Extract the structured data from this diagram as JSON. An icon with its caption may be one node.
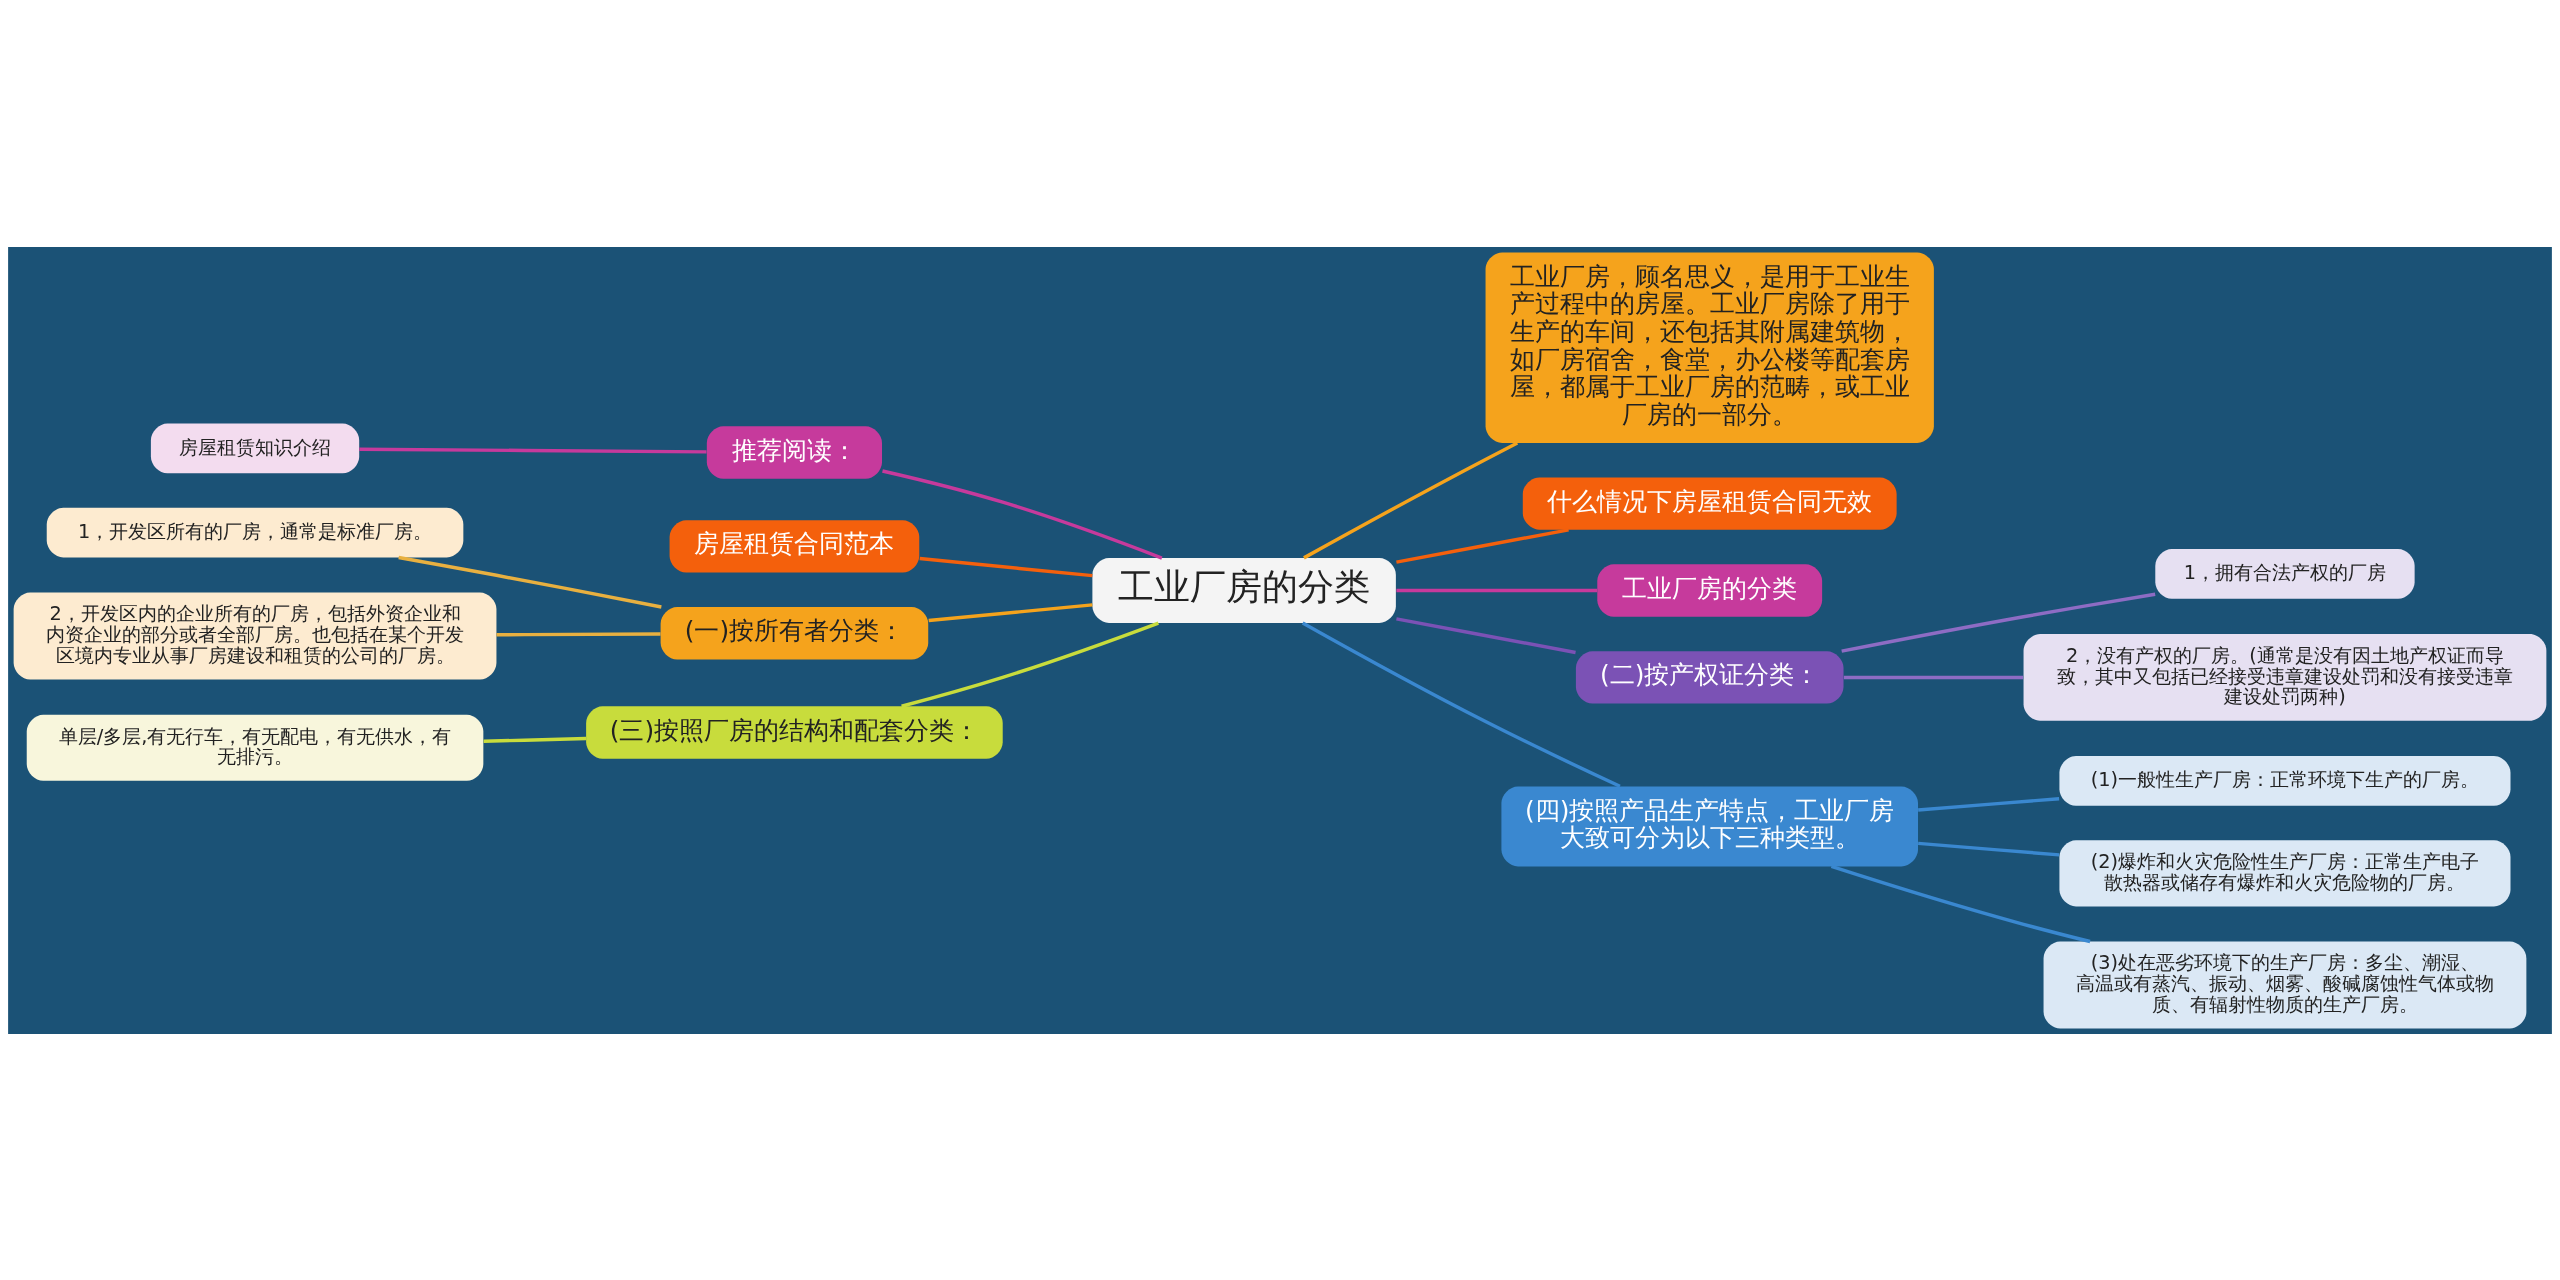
{
  "diagram": {
    "nodes": [
      {
        "text": [
          "工业厂房的分类"
        ]
      },
      {
        "text": [
          "工业厂房，顾名思义，是用于工业生产过程中的房屋。工业厂房除了用于生产的车间，还包括其附属建筑物，如厂房宿舍，食堂，办公楼等配套房屋，都属于工业厂房的范畴，或工业厂房的一部分。"
        ]
      },
      {
        "text": [
          "什么情况下房屋租赁合同无效"
        ]
      },
      {
        "text": [
          "工业厂房的分类"
        ]
      },
      {
        "text": [
          "(二)按产权证分类："
        ]
      },
      {
        "text": [
          "1，拥有合法产权的厂房"
        ]
      },
      {
        "text": [
          "2，没有产权的厂房。(通常是没有因土地产权证而导致，其中又包括已经接受违章建设处罚和没有接受违章建设处罚两种)"
        ]
      },
      {
        "text": [
          "(四)按照产品生产特点，工业厂房大致可分为以下三种类型。"
        ]
      },
      {
        "text": [
          "(1)一般性生产厂房：正常环境下生产的厂房。"
        ]
      },
      {
        "text": [
          "(2)爆炸和火灾危险性生产厂房：正常生产电子散热器或储存有爆炸和火灾危险物的厂房。"
        ]
      },
      {
        "text": [
          "(3)处在恶劣环境下的生产厂房：多尘、潮湿、高温或有蒸汽、振动、烟雾、酸碱腐蚀性气体或物质、有辐射性物质的生产厂房。"
        ]
      },
      {
        "text": [
          "推荐阅读："
        ]
      },
      {
        "text": [
          "房屋租赁知识介绍"
        ]
      },
      {
        "text": [
          "房屋租赁合同范本"
        ]
      },
      {
        "text": [
          "(一)按所有者分类："
        ]
      },
      {
        "text": [
          "1，开发区所有的厂房，通常是标准厂房。"
        ]
      },
      {
        "text": [
          "2，开发区内的企业所有的厂房，包括外资企业和内资企业的部分或者全部厂房。也包括在某个开发区境内专业从事厂房建设和租赁的公司的厂房。"
        ]
      },
      {
        "text": [
          "(三)按照厂房的结构和配套分类："
        ]
      },
      {
        "text": [
          "单层/多层,有无行车，有无配电，有无供水，有无排污。"
        ]
      }
    ],
    "edges": [
      {
        "from": 0,
        "to": 1,
        "arrow": "none",
        "color": "#f5a31c"
      },
      {
        "from": 0,
        "to": 2,
        "arrow": "none",
        "color": "#f4600c"
      },
      {
        "from": 0,
        "to": 3,
        "arrow": "none",
        "color": "#c63a9c"
      },
      {
        "from": 0,
        "to": 4,
        "arrow": "none",
        "color": "#7b52b5"
      },
      {
        "from": 4,
        "to": 5,
        "arrow": "none",
        "color": "#8e6cc4"
      },
      {
        "from": 4,
        "to": 6,
        "arrow": "none",
        "color": "#8e6cc4"
      },
      {
        "from": 0,
        "to": 7,
        "arrow": "none",
        "color": "#3a88d0"
      },
      {
        "from": 7,
        "to": 8,
        "arrow": "none",
        "color": "#3a88d0"
      },
      {
        "from": 7,
        "to": 9,
        "arrow": "none",
        "color": "#3a88d0"
      },
      {
        "from": 7,
        "to": 10,
        "arrow": "none",
        "color": "#3a88d0"
      },
      {
        "from": 11,
        "to": 0,
        "arrow": "none",
        "color": "#c63a9c"
      },
      {
        "from": 12,
        "to": 11,
        "arrow": "none",
        "color": "#c63a9c"
      },
      {
        "from": 13,
        "to": 0,
        "arrow": "none",
        "color": "#f4600c"
      },
      {
        "from": 14,
        "to": 0,
        "arrow": "none",
        "color": "#f5a31c"
      },
      {
        "from": 15,
        "to": 14,
        "arrow": "none",
        "color": "#e8b040"
      },
      {
        "from": 16,
        "to": 14,
        "arrow": "none",
        "color": "#e8b040"
      },
      {
        "from": 17,
        "to": 0,
        "arrow": "none",
        "color": "#c8dc3c"
      },
      {
        "from": 18,
        "to": 17,
        "arrow": "none",
        "color": "#c8dc3c"
      }
    ]
  }
}
